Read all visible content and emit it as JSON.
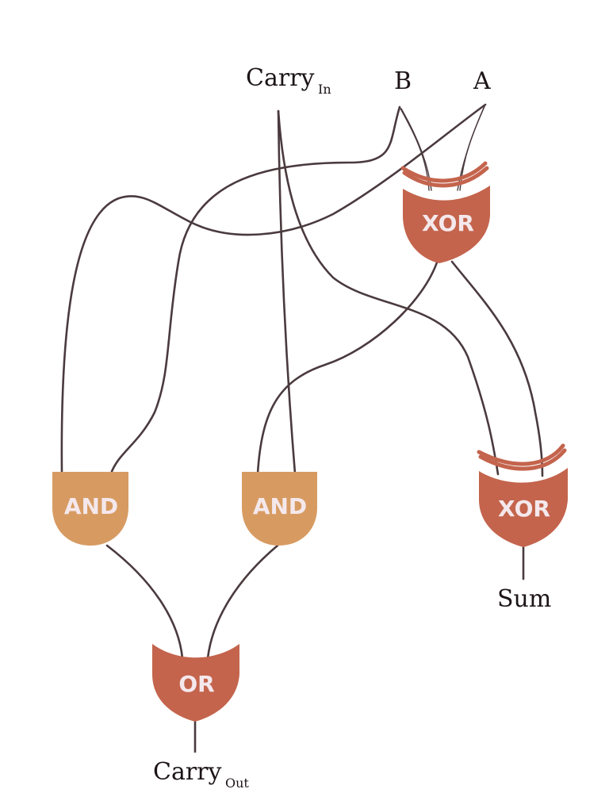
{
  "inputs": {
    "carry_in": {
      "text": "Carry",
      "sub": "In"
    },
    "b": "B",
    "a": "A"
  },
  "outputs": {
    "sum": "Sum",
    "carry_out": {
      "text": "Carry",
      "sub": "Out"
    }
  },
  "gates": {
    "xor_top": "XOR",
    "xor_bottom": "XOR",
    "and_left": "AND",
    "and_middle": "AND",
    "or_bottom": "OR"
  },
  "colors": {
    "xor_or_gate": "#c4644d",
    "and_gate": "#d79b62",
    "wire": "#4a3a3e",
    "gate_text": "#f4e8ec"
  }
}
